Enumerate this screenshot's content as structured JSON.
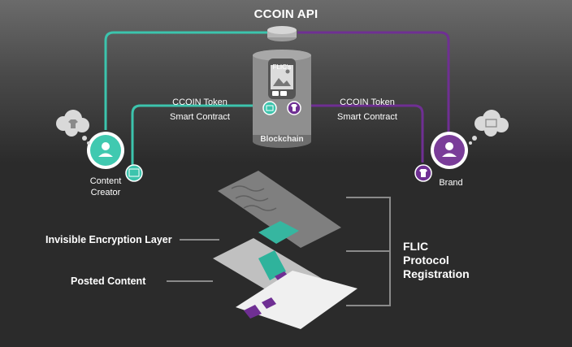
{
  "header": {
    "title": "CCOIN API"
  },
  "blockchain": {
    "phone_label": "FLIC's",
    "base_label": "Blockchain"
  },
  "contracts": {
    "left": {
      "line1": "CCOIN Token",
      "line2": "Smart Contract"
    },
    "right": {
      "line1": "CCOIN Token",
      "line2": "Smart Contract"
    }
  },
  "nodes": {
    "creator": {
      "line1": "Content",
      "line2": "Creator",
      "color": "#40c9b0"
    },
    "brand": {
      "label": "Brand",
      "color": "#7a3d99"
    }
  },
  "layers": {
    "encryption": "Invisible Encryption Layer",
    "posted": "Posted Content"
  },
  "registration": {
    "line1": "FLIC",
    "line2": "Protocol",
    "line3": "Registration"
  },
  "colors": {
    "teal": "#3cc4ad",
    "purple": "#6f2f93",
    "bracket": "#8a8a8a"
  }
}
